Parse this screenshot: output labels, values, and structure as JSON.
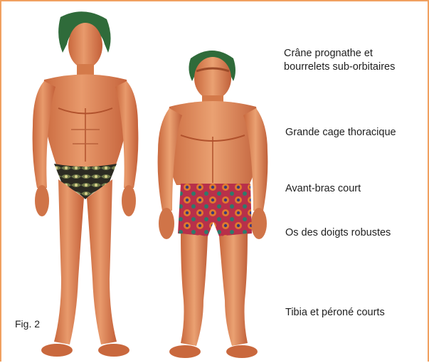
{
  "figure": {
    "caption": "Fig. 2",
    "frame_color": "#f0a060",
    "labels": [
      {
        "id": "crane",
        "lines": [
          "Crâne prognathe et",
          "bourrelets sub-orbitaires"
        ]
      },
      {
        "id": "cage",
        "lines": [
          "Grande cage thoracique"
        ]
      },
      {
        "id": "avant-bras",
        "lines": [
          "Avant-bras court"
        ]
      },
      {
        "id": "doigts",
        "lines": [
          "Os des doigts robustes"
        ]
      },
      {
        "id": "tibia",
        "lines": [
          "Tibia et péroné courts"
        ]
      }
    ],
    "figures": [
      {
        "id": "modern-human",
        "skin": "#d9784a",
        "hair": "#2f6b3a",
        "garment": "#2b2a22"
      },
      {
        "id": "neanderthal",
        "skin": "#d9784a",
        "hair": "#2f6b3a",
        "garment": "#b8304a"
      }
    ]
  }
}
